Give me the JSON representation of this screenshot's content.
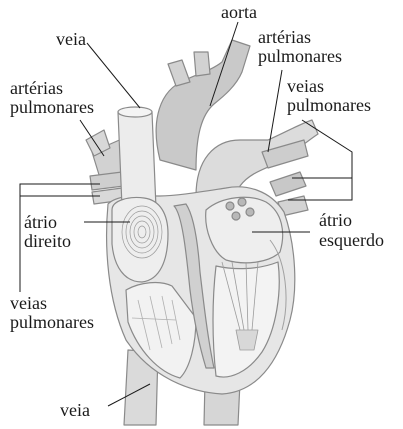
{
  "labels": {
    "aorta": "aorta",
    "veia_top": "veia",
    "arterias_right_1": "artérias",
    "arterias_right_2": "pulmonares",
    "arterias_left_1": "artérias",
    "arterias_left_2": "pulmonares",
    "veias_right_1": "veias",
    "veias_right_2": "pulmonares",
    "atrio_direito_1": "átrio",
    "atrio_direito_2": "direito",
    "atrio_esquerdo_1": "átrio",
    "atrio_esquerdo_2": "esquerdo",
    "veias_left_1": "veias",
    "veias_left_2": "pulmonares",
    "veia_bottom": "veia"
  },
  "colors": {
    "heart_fill": "#e6e6e6",
    "heart_mid": "#d4d4d4",
    "heart_stroke": "#8a8a8a",
    "chamber_light": "#f3f3f3",
    "vessel_dark": "#c4c4c4"
  }
}
